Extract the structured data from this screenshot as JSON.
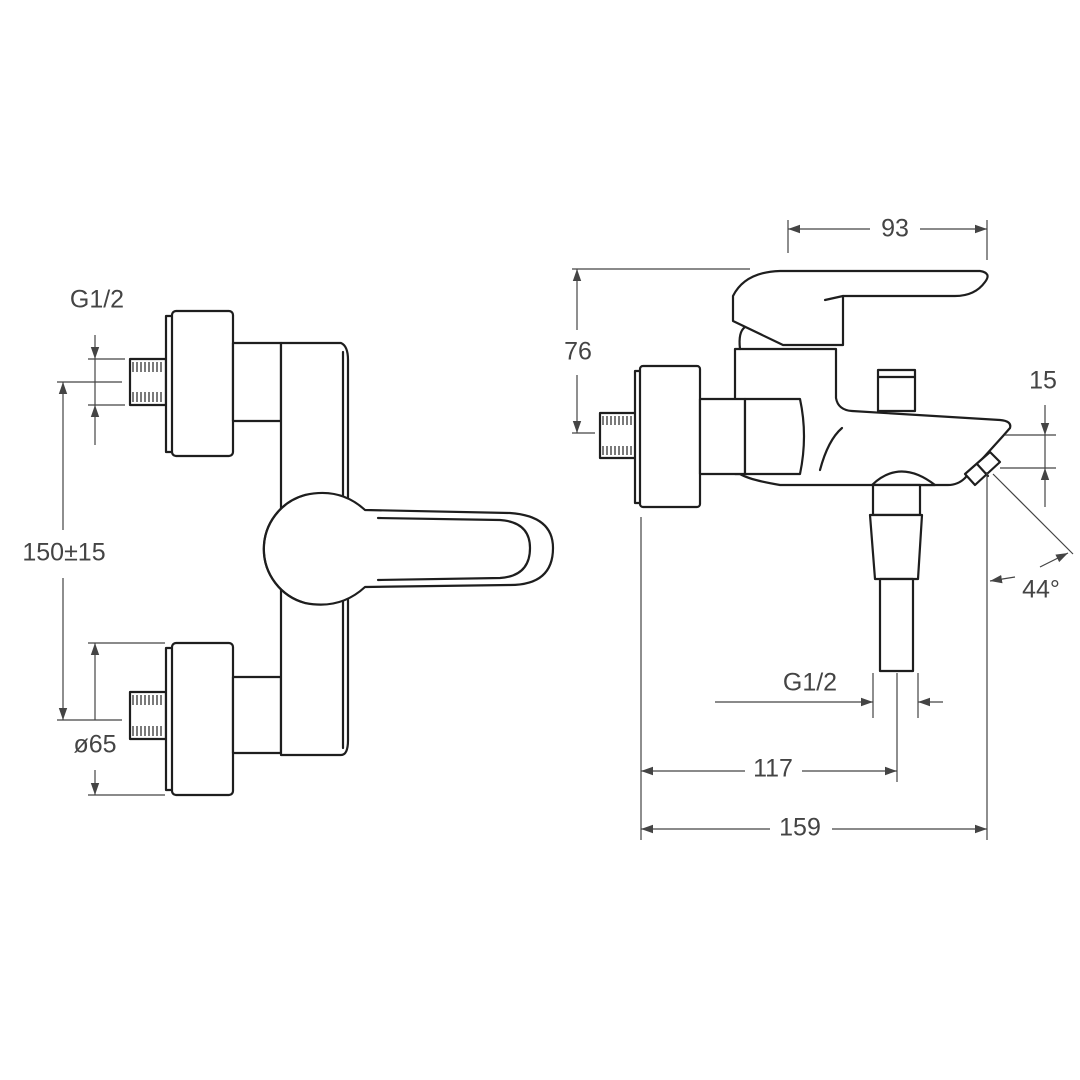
{
  "drawing": {
    "front_view": {
      "thread_label": "G1/2",
      "center_distance_label": "150±15",
      "escutcheon_diameter_label": "ø65"
    },
    "side_view": {
      "lever_length_label": "93",
      "height_label": "76",
      "spout_offset_label": "15",
      "spout_angle_label": "44°",
      "outlet_thread_label": "G1/2",
      "outlet_distance_label": "117",
      "total_depth_label": "159"
    },
    "colors": {
      "line": "#1e1e1e",
      "dimension": "#444444",
      "background": "#ffffff"
    }
  }
}
